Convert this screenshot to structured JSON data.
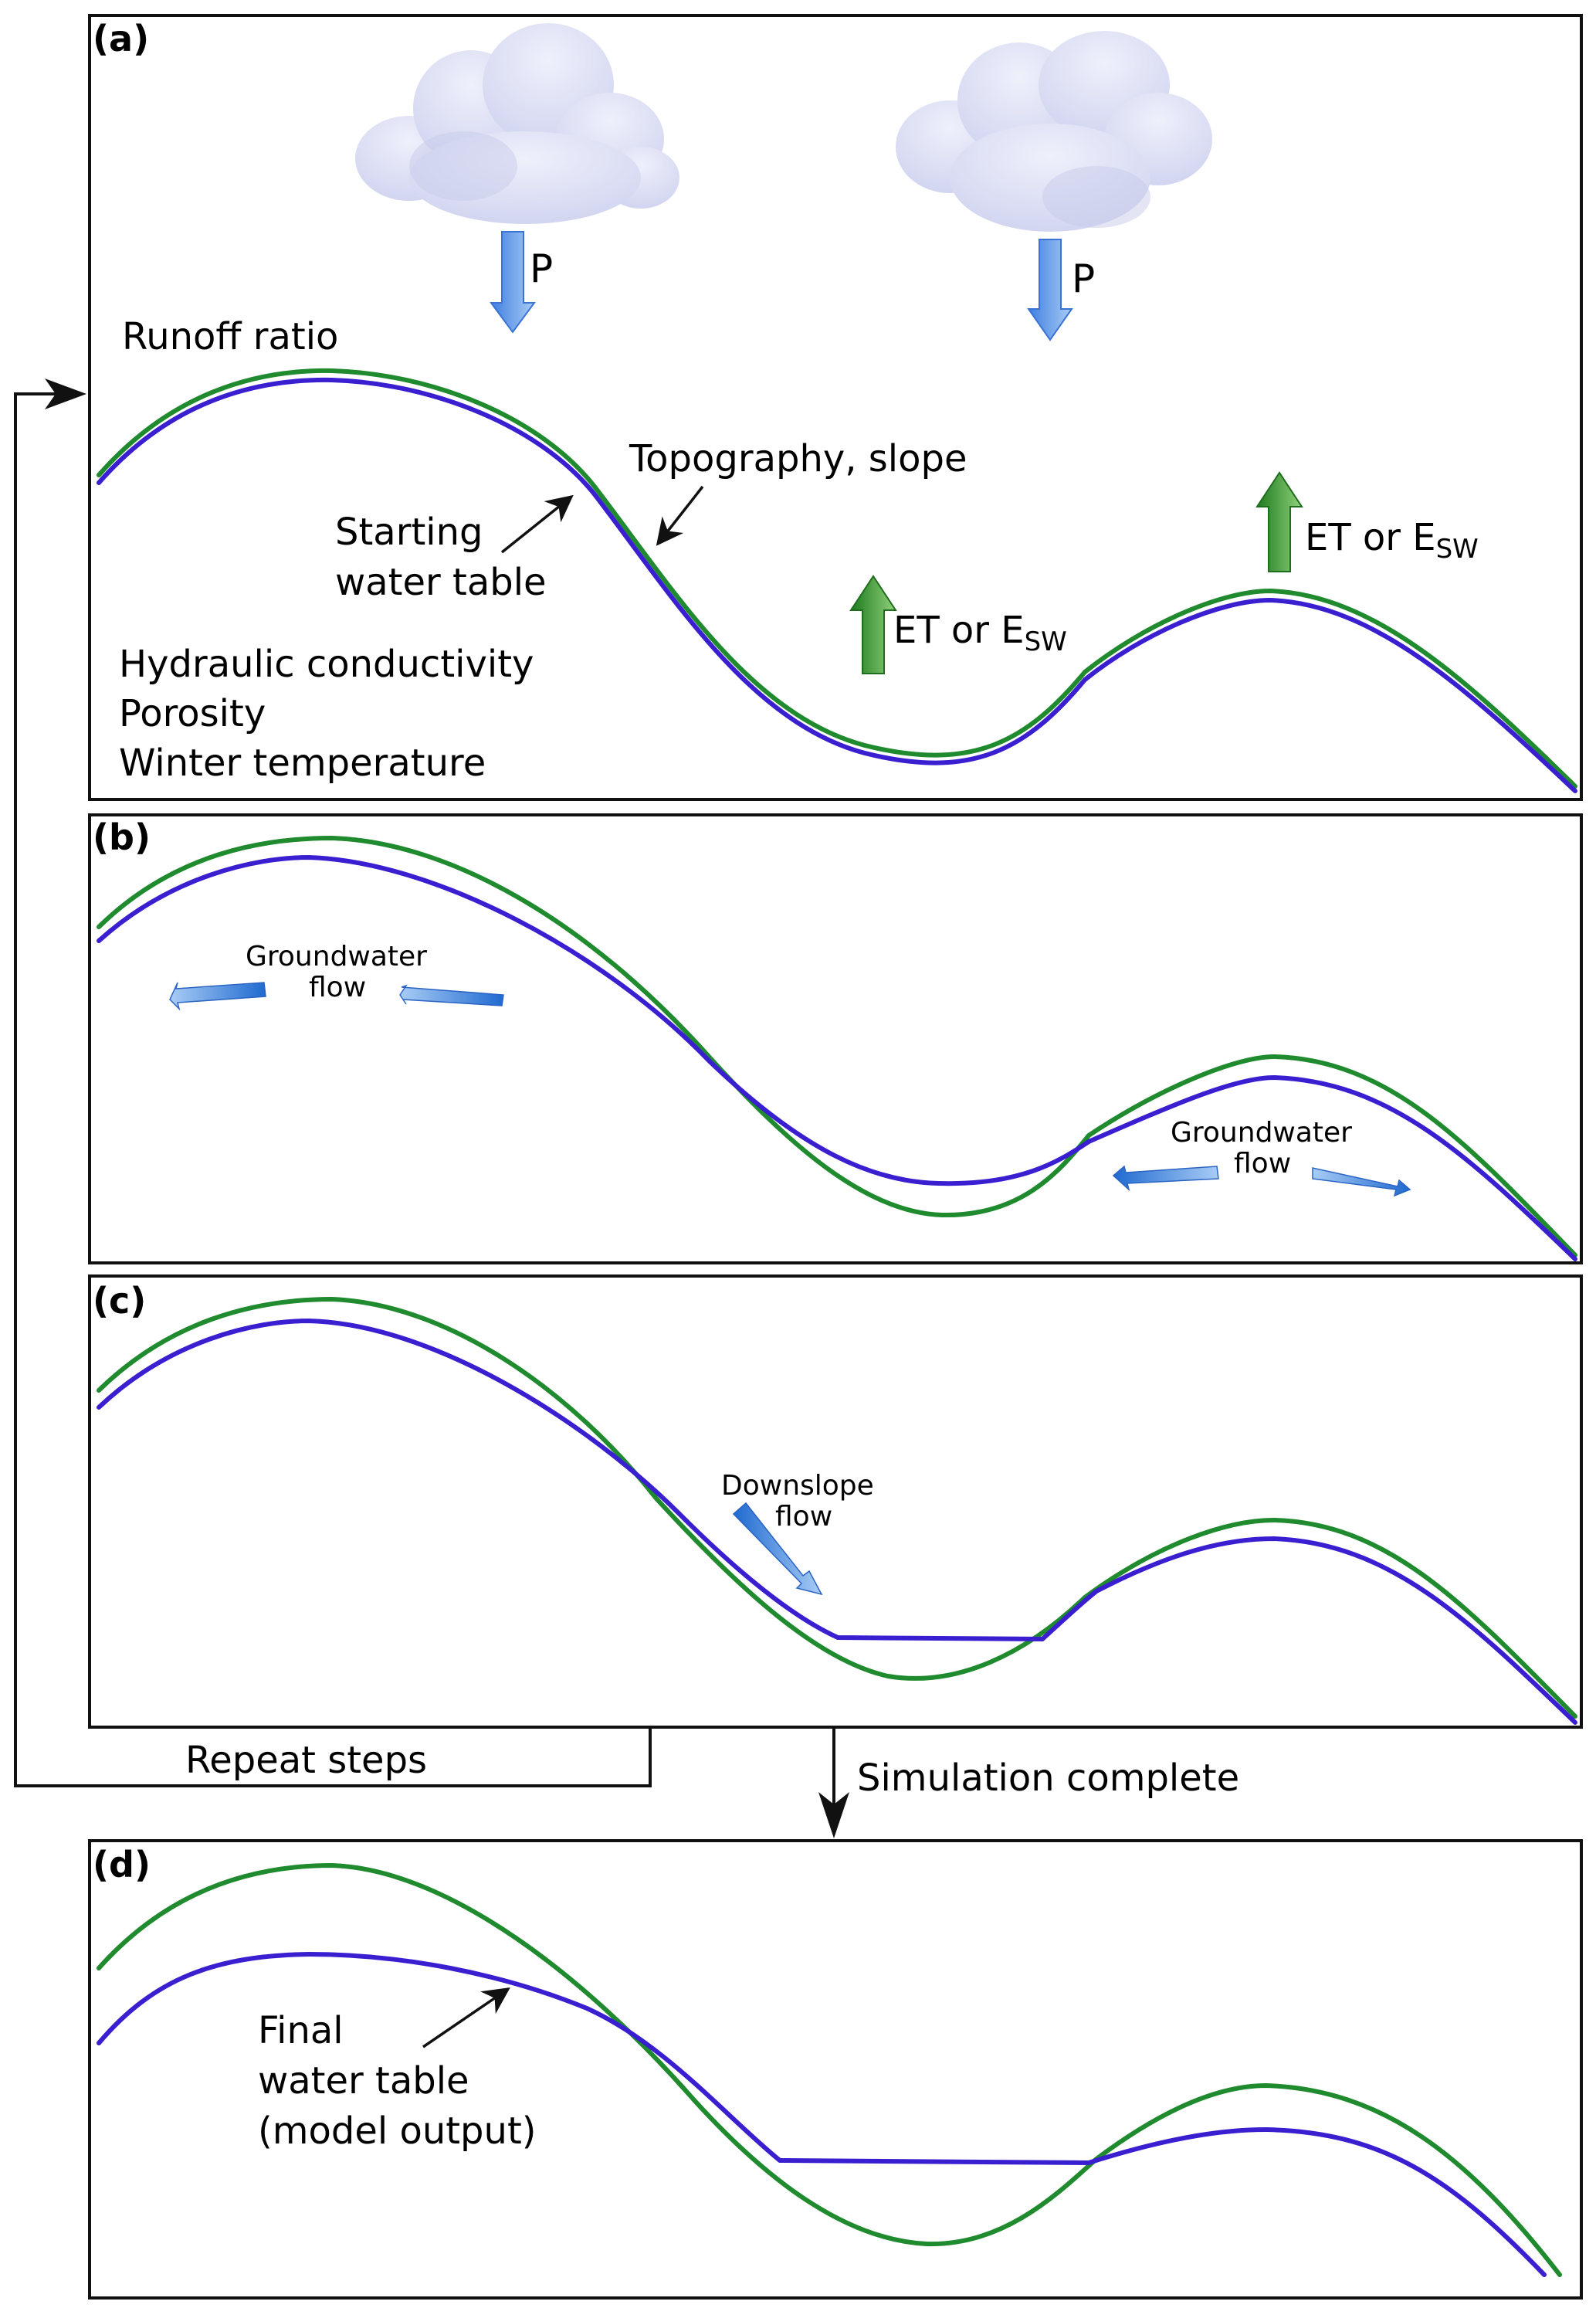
{
  "colors": {
    "terrain": "#1f8a2e",
    "water_table": "#3a1fd0",
    "precip_arrow": "#5b95e6",
    "et_arrow": "#2f9a2a",
    "flow_arrow": "#2e78d6",
    "cloud": "#d9dbf3"
  },
  "panel_a": {
    "label": "(a)",
    "precip_left": "P",
    "precip_right": "P",
    "runoff": "Runoff ratio",
    "topography": "Topography, slope",
    "start_wt_1": "Starting",
    "start_wt_2": "water table",
    "et_mid_main": "ET or E",
    "et_mid_sub": "SW",
    "et_right_main": "ET or E",
    "et_right_sub": "SW",
    "param_1": "Hydraulic conductivity",
    "param_2": "Porosity",
    "param_3": "Winter temperature",
    "icons": [
      "cloud-icon",
      "precipitation-arrow-icon",
      "evapotranspiration-arrow-icon"
    ]
  },
  "panel_b": {
    "label": "(b)",
    "gw_left_1": "Groundwater",
    "gw_left_2": "flow",
    "gw_right_1": "Groundwater",
    "gw_right_2": "flow"
  },
  "panel_c": {
    "label": "(c)",
    "downslope_1": "Downslope",
    "downslope_2": "flow"
  },
  "loop": {
    "repeat": "Repeat steps",
    "complete": "Simulation complete"
  },
  "panel_d": {
    "label": "(d)",
    "final_1": "Final",
    "final_2": "water table",
    "final_3": "(model output)"
  }
}
